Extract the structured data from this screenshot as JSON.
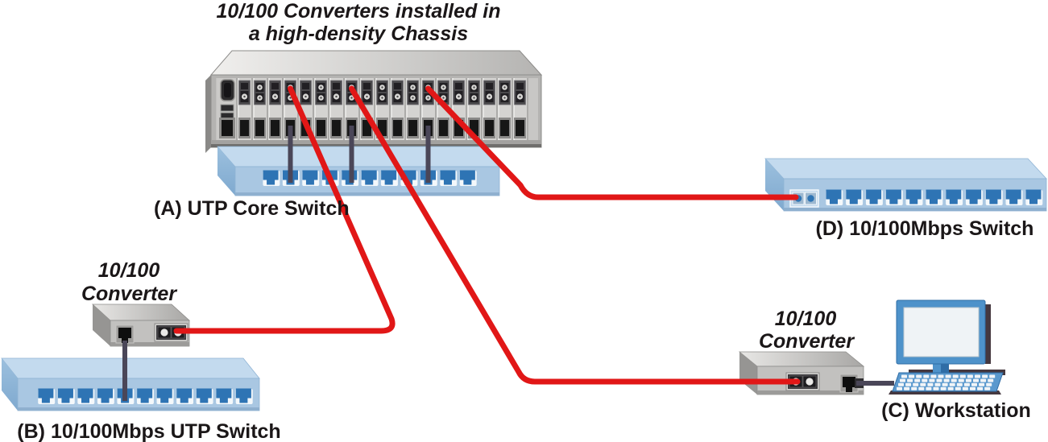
{
  "title": {
    "line1": "10/100 Converters installed in",
    "line2": "a high-density Chassis"
  },
  "chassis": {
    "name": "high-density converter chassis",
    "slot_count": 19,
    "cabled_slots": [
      4,
      8,
      13
    ]
  },
  "core_switch": {
    "label": "(A) UTP Core Switch",
    "port_count": 11
  },
  "utp_switch_b": {
    "label": "(B) 10/100Mbps UTP Switch",
    "port_count": 11
  },
  "switch_d": {
    "label": "(D) 10/100Mbps Switch",
    "port_count": 11,
    "fiber_connector_count": 2
  },
  "workstation": {
    "label": "(C) Workstation"
  },
  "converter_left": {
    "label_line1": "10/100",
    "label_line2": "Converter"
  },
  "converter_right": {
    "label_line1": "10/100",
    "label_line2": "Converter"
  },
  "connections": [
    {
      "from": "chassis-slot-4",
      "to": "converter-left",
      "type": "fiber"
    },
    {
      "from": "chassis-slot-8",
      "to": "converter-right",
      "type": "fiber"
    },
    {
      "from": "chassis-slot-13",
      "to": "switch-d-fiber-port",
      "type": "fiber"
    },
    {
      "from": "chassis-slot-4",
      "to": "core-switch-port-2",
      "type": "utp"
    },
    {
      "from": "chassis-slot-8",
      "to": "core-switch-port-5",
      "type": "utp"
    },
    {
      "from": "chassis-slot-13",
      "to": "core-switch-port-9",
      "type": "utp"
    },
    {
      "from": "converter-left",
      "to": "utp-switch-b-port-5",
      "type": "utp"
    },
    {
      "from": "converter-right",
      "to": "workstation",
      "type": "utp"
    }
  ],
  "colors": {
    "fiber_cable": "#e11717",
    "utp_cable": "#4a4658",
    "switch_front": "#a9c7e2",
    "switch_top": "#c3daee",
    "switch_side": "#7fa9cf",
    "switch_edge": "#8fb3d4",
    "port_blue": "#2e74b4",
    "port_backdrop": "#f4f8fb",
    "chassis_front": "#b4b3b1",
    "chassis_top_light": "#f0efed",
    "chassis_top_dark": "#b5b4b2",
    "chassis_side": "#8a8987",
    "slot_card": "#d4d3d1",
    "connector_dark": "#4a494c",
    "monitor_blue": "#4e92ca",
    "monitor_blue_dark": "#2f6da6",
    "screen_white": "#eff3f6",
    "shadow_dark": "#45383f",
    "text": "#1b1718"
  }
}
